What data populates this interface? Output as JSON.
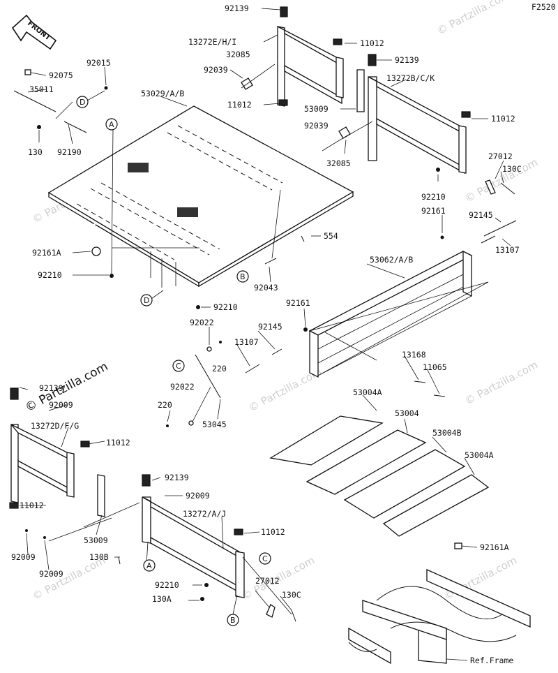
{
  "diagram": {
    "figure_code": "F2520",
    "front_label": "FRONT",
    "ref_frame_label": "Ref.Frame",
    "watermark": "© Partzilla.com",
    "watermark_dark": "© Partzilla.com",
    "parts": [
      "92139",
      "13272E/H/I",
      "11012",
      "32085",
      "92039",
      "11012",
      "92075",
      "92015",
      "35011",
      "130",
      "92190",
      "53029/A/B",
      "92139",
      "13272B/C/K",
      "11012",
      "53009",
      "92039",
      "32085",
      "27012",
      "130C",
      "92210",
      "92161",
      "92145",
      "13107",
      "554",
      "92161A",
      "92210",
      "92043",
      "92210",
      "53062/A/B",
      "92161",
      "92022",
      "92145",
      "13107",
      "220",
      "92022",
      "220",
      "53045",
      "13168",
      "11065",
      "92139",
      "92009",
      "13272D/F/G",
      "11012",
      "11012",
      "53009",
      "92009",
      "92009",
      "53004A",
      "53004",
      "53004B",
      "53004A",
      "92139",
      "92009",
      "13272/A/J",
      "11012",
      "130B",
      "92210",
      "130A",
      "27012",
      "130C",
      "92161A"
    ],
    "refs": [
      "D",
      "A",
      "B",
      "D",
      "C",
      "A",
      "C",
      "B"
    ]
  }
}
